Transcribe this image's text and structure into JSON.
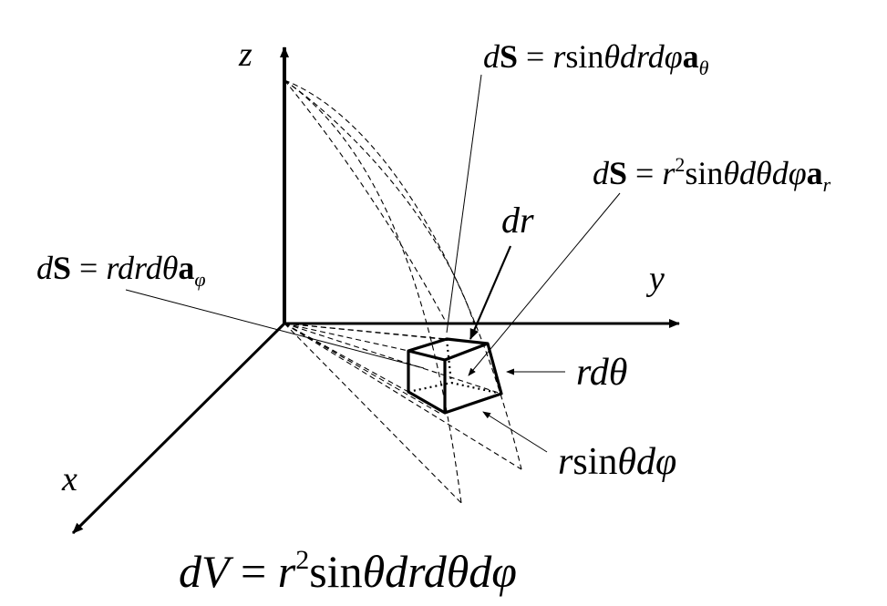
{
  "axes": {
    "z": "z",
    "y": "y",
    "x": "x"
  },
  "labels": {
    "ds_theta": {
      "d": "d",
      "S": "S",
      "eq": " = ",
      "r": "r",
      "sin": "sin",
      "expr": "θdrdφ",
      "a": "a",
      "sub": "θ"
    },
    "ds_r": {
      "d": "d",
      "S": "S",
      "eq": " = ",
      "r": "r",
      "sup": "2",
      "sin": "sin",
      "expr": "θdθdφ",
      "a": "a",
      "sub": "r"
    },
    "ds_phi": {
      "d": "d",
      "S": "S",
      "eq": " = ",
      "expr": "rdrdθ",
      "a": "a",
      "sub": "φ"
    },
    "dr": "dr",
    "rdtheta": "rdθ",
    "rsindphi": {
      "r": "r",
      "sin": "sin",
      "expr": "θdφ"
    },
    "dv": {
      "lhs": "dV",
      "eq": " = ",
      "r": "r",
      "sup": "2",
      "sin": "sin",
      "expr": "θdrdθdφ"
    }
  }
}
